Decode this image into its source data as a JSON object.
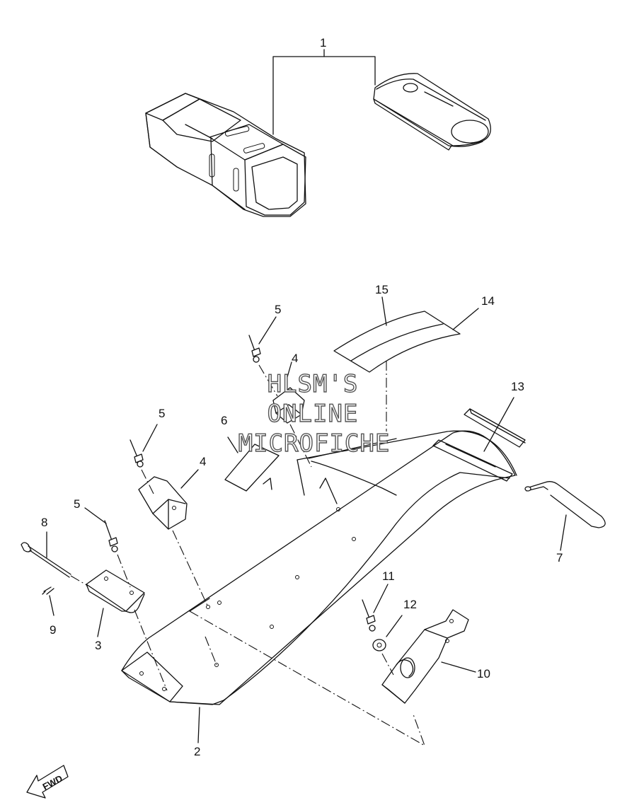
{
  "callouts": {
    "c1": "1",
    "c2": "2",
    "c3": "3",
    "c4a": "4",
    "c4b": "4",
    "c5a": "5",
    "c5b": "5",
    "c5c": "5",
    "c6": "6",
    "c7": "7",
    "c8": "8",
    "c9": "9",
    "c10": "10",
    "c11": "11",
    "c12": "12",
    "c13": "13",
    "c14": "14",
    "c15": "15"
  },
  "watermark": {
    "line1": "HLSM'S",
    "line2": "ONLINE",
    "line3": "MICROFICHE"
  },
  "fwd_label": "FWD"
}
